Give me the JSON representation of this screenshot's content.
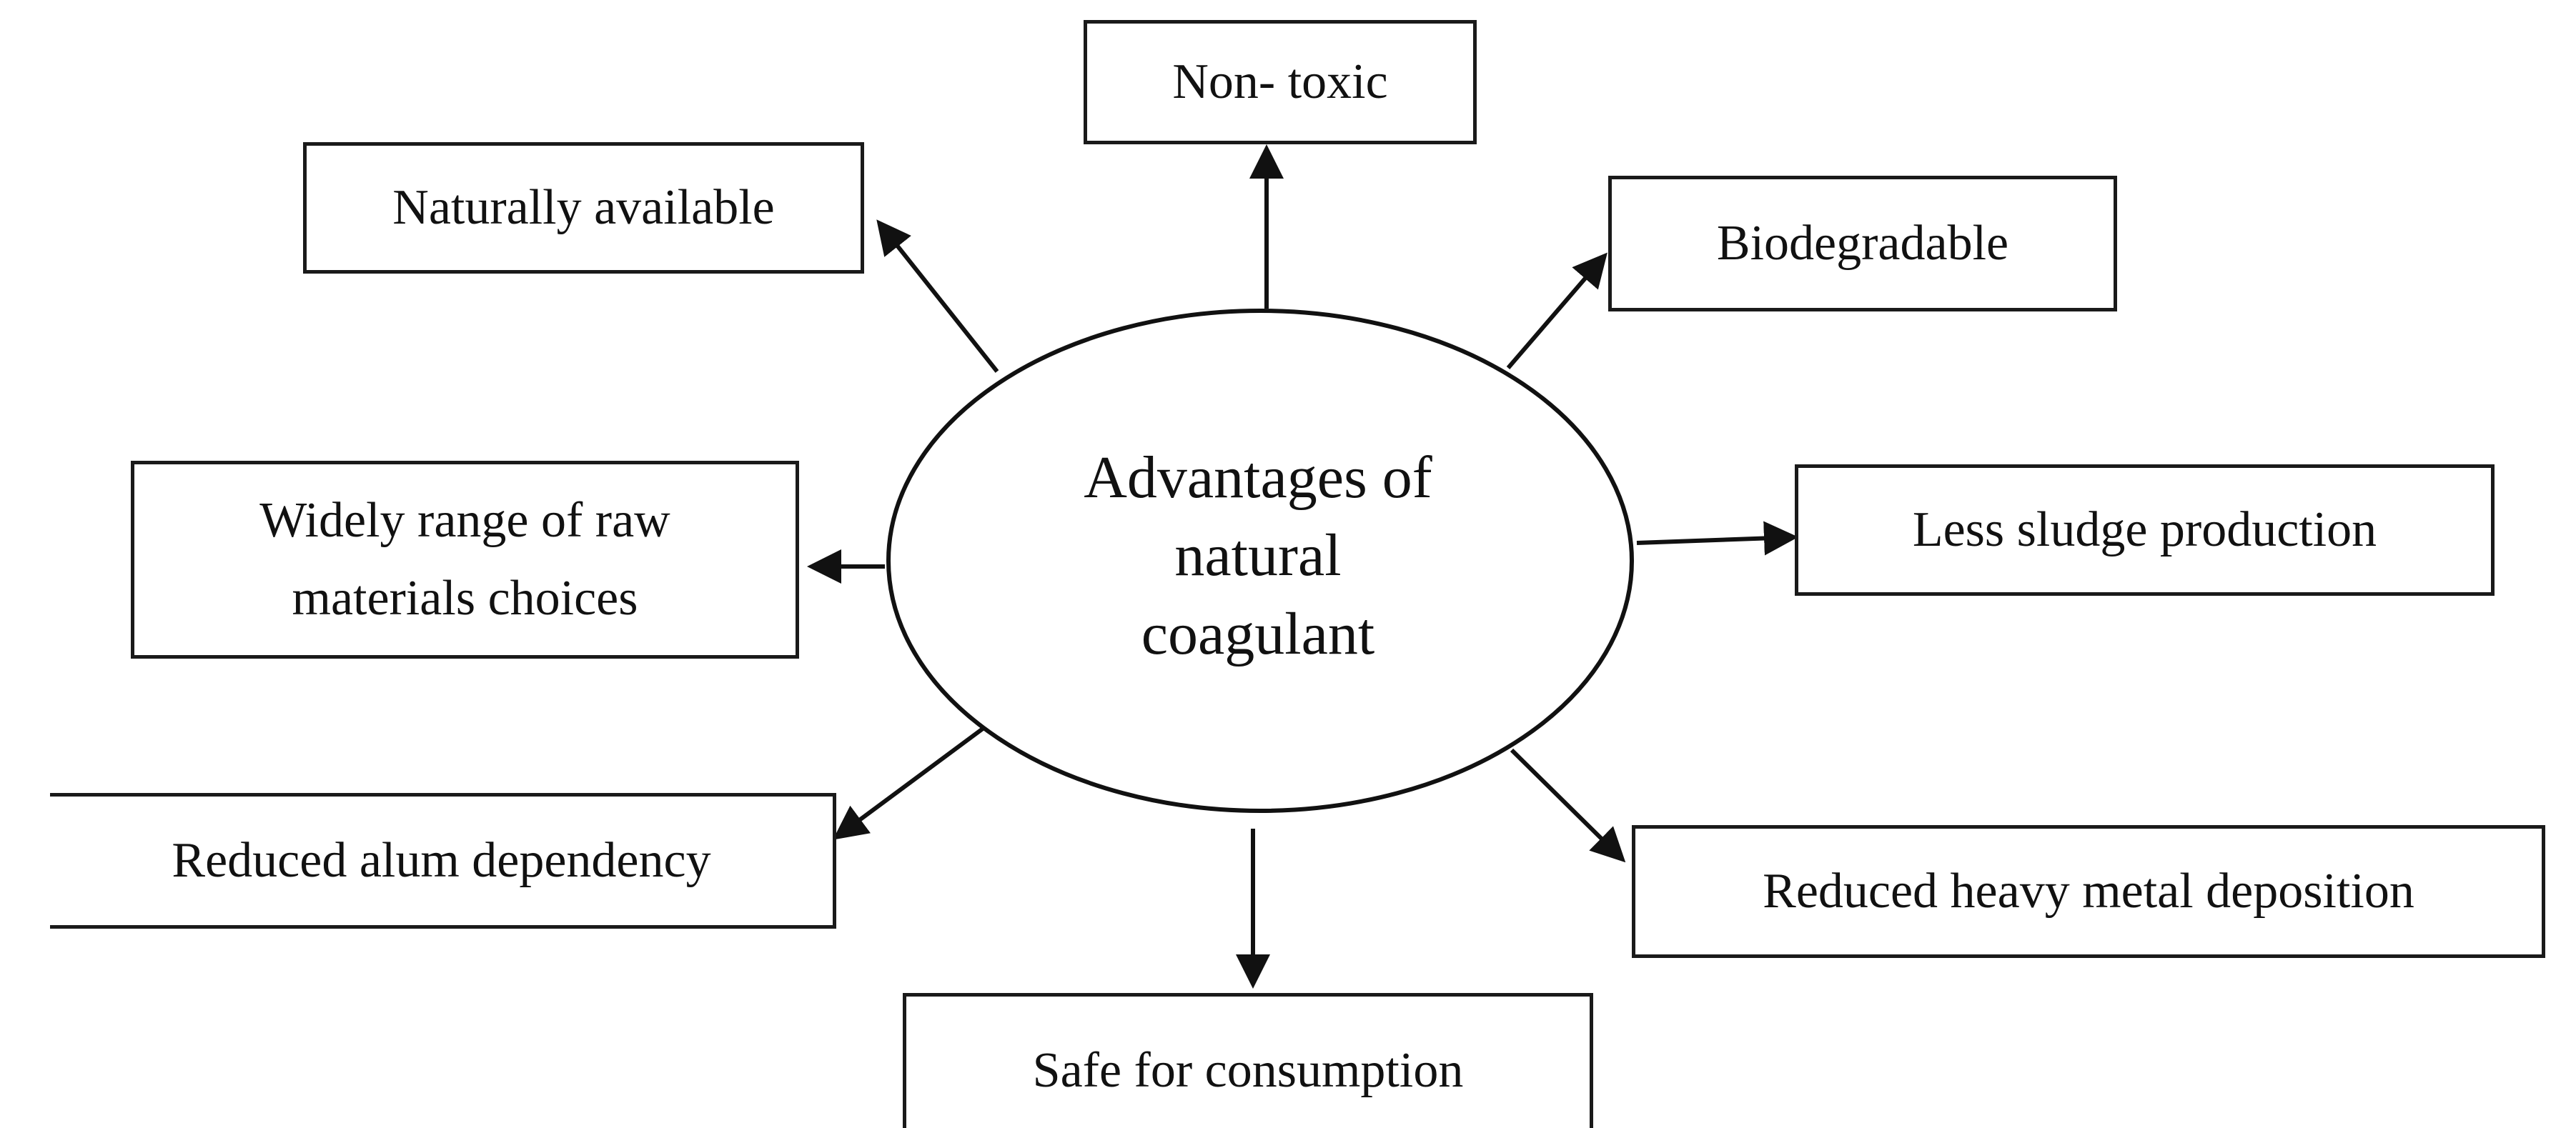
{
  "center": {
    "text": "Advantages of\nnatural\ncoagulant"
  },
  "advantages": {
    "non_toxic": "Non- toxic",
    "naturally_available": "Naturally available",
    "biodegradable": "Biodegradable",
    "less_sludge": "Less sludge production",
    "widely_range": "Widely range of raw\nmaterials choices",
    "reduced_alum": "Reduced alum dependency",
    "reduced_heavy_metal": "Reduced heavy metal deposition",
    "safe_for_consumption": "Safe for consumption"
  }
}
